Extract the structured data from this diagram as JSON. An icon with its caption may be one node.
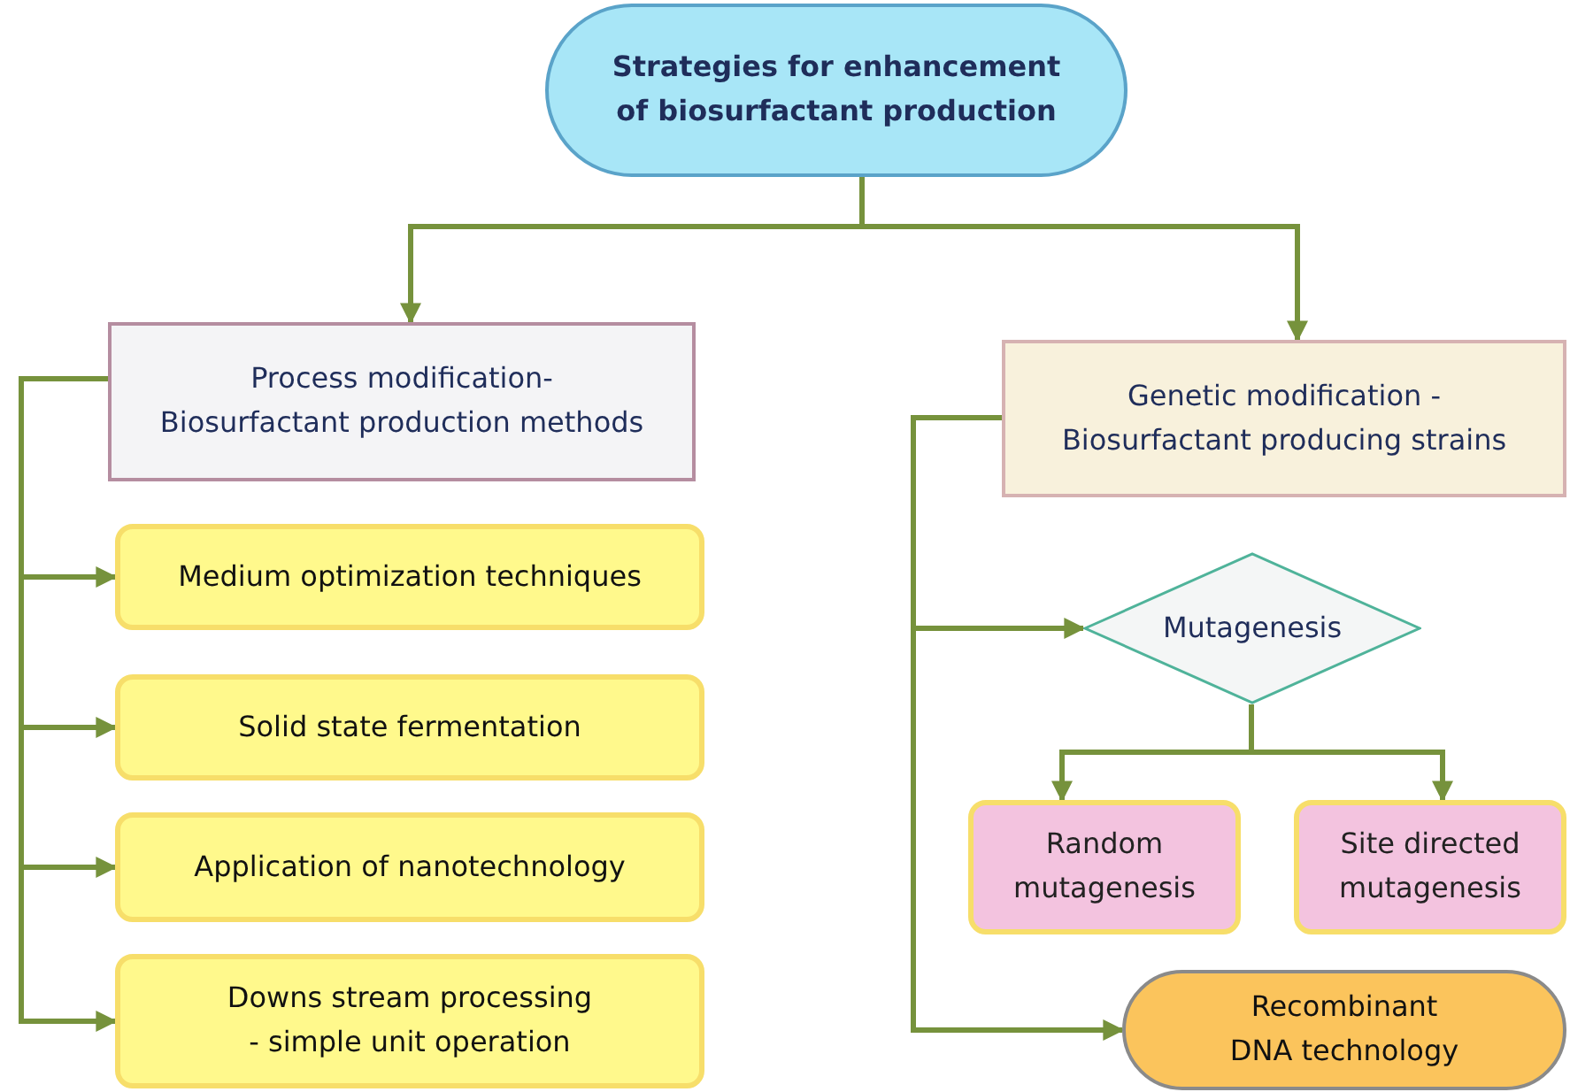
{
  "diagram": {
    "nodes": [
      {
        "text": [
          "Strategies for enhancement of biosurfactant production"
        ]
      },
      {
        "text": [
          "Process modification- Biosurfactant production methods"
        ]
      },
      {
        "text": [
          "Medium optimization techniques"
        ]
      },
      {
        "text": [
          "Solid state fermentation"
        ]
      },
      {
        "text": [
          "Application of nanotechnology"
        ]
      },
      {
        "text": [
          "Downs stream processing - simple unit operation"
        ]
      },
      {
        "text": [
          "Genetic modification - Biosurfactant producing strains"
        ]
      },
      {
        "text": [
          "Mutagenesis"
        ]
      },
      {
        "text": [
          "Random mutagenesis"
        ]
      },
      {
        "text": [
          "Site directed mutagenesis"
        ]
      },
      {
        "text": [
          "Recombinant DNA technology"
        ]
      }
    ],
    "edges": [
      {
        "from": 0,
        "to": 1,
        "arrow": "to"
      },
      {
        "from": 0,
        "to": 6,
        "arrow": "to"
      },
      {
        "from": 1,
        "to": 2,
        "arrow": "to"
      },
      {
        "from": 1,
        "to": 3,
        "arrow": "to"
      },
      {
        "from": 1,
        "to": 4,
        "arrow": "to"
      },
      {
        "from": 1,
        "to": 5,
        "arrow": "to"
      },
      {
        "from": 6,
        "to": 7,
        "arrow": "to"
      },
      {
        "from": 6,
        "to": 10,
        "arrow": "to"
      },
      {
        "from": 7,
        "to": 8,
        "arrow": "to"
      },
      {
        "from": 7,
        "to": 9,
        "arrow": "to"
      }
    ]
  }
}
